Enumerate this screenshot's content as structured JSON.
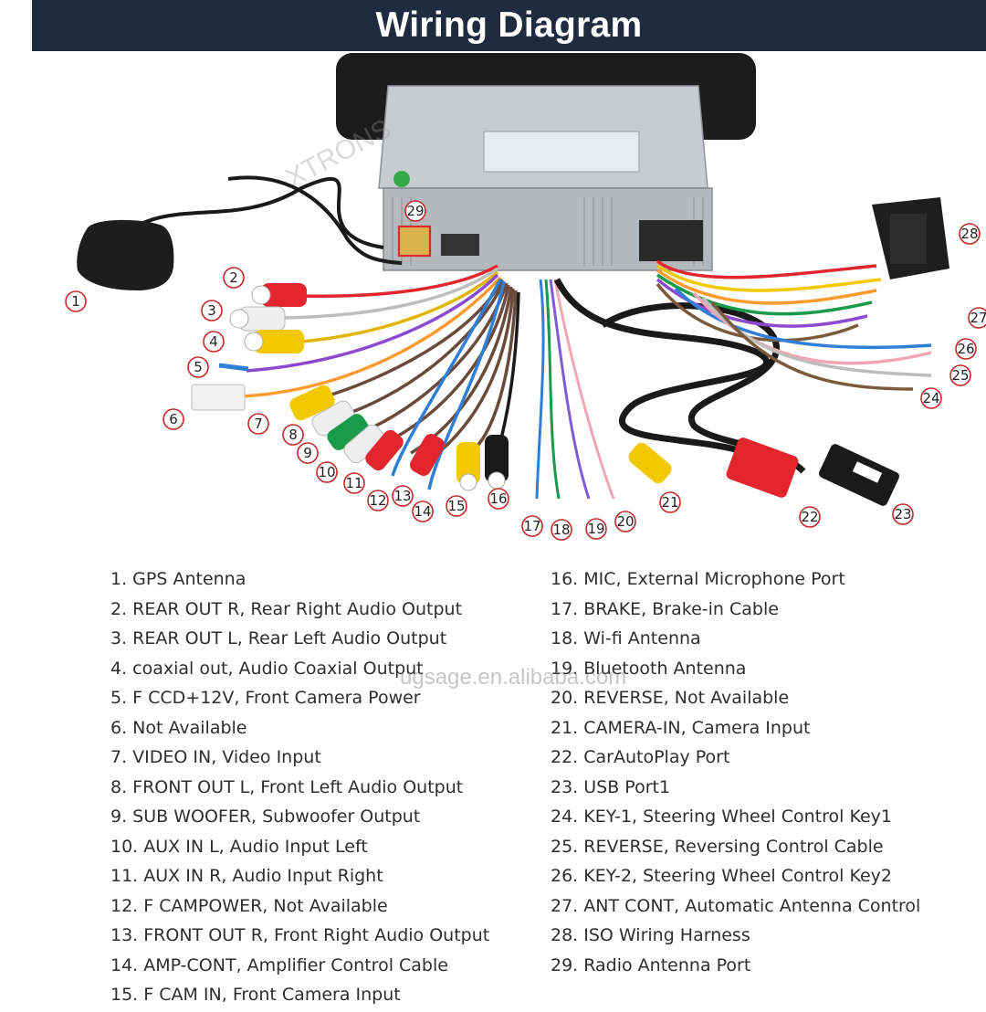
{
  "header": {
    "title": "Wiring Diagram"
  },
  "watermark": "ugsage.en.alibaba.com",
  "device": {
    "brand_watermark": "XTRONS"
  },
  "colors": {
    "header_bg": "#1f2c3f",
    "callout_ring": "#c62828",
    "rca_red": "#e3262e",
    "rca_white": "#eeeeee",
    "rca_yellow": "#f2c800",
    "rca_green": "#1a9a4a",
    "rca_black": "#1a1a1a",
    "wire_blue": "#2f7fd6"
  },
  "callouts": [
    "1",
    "2",
    "3",
    "4",
    "5",
    "6",
    "7",
    "8",
    "9",
    "10",
    "11",
    "12",
    "13",
    "14",
    "15",
    "16",
    "17",
    "18",
    "19",
    "20",
    "21",
    "22",
    "23",
    "24",
    "25",
    "26",
    "27",
    "28",
    "29"
  ],
  "legend": {
    "left": [
      "1. GPS Antenna",
      "2. REAR OUT R, Rear Right Audio Output",
      "3. REAR OUT L, Rear Left Audio Output",
      "4. coaxial out, Audio Coaxial Output",
      "5. F CCD+12V, Front Camera Power",
      "6. Not Available",
      "7. VIDEO IN, Video Input",
      "8. FRONT OUT L, Front Left Audio Output",
      "9. SUB WOOFER, Subwoofer Output",
      "10. AUX IN L, Audio Input Left",
      "11. AUX IN R, Audio Input Right",
      "12. F CAMPOWER, Not Available",
      "13. FRONT OUT R, Front Right Audio Output",
      "14. AMP-CONT, Amplifier Control Cable",
      "15. F CAM IN, Front Camera Input"
    ],
    "right": [
      "16. MIC, External Microphone Port",
      "17. BRAKE, Brake-in Cable",
      "18. Wi-fi Antenna",
      "19. Bluetooth Antenna",
      "20. REVERSE, Not Available",
      "21. CAMERA-IN, Camera Input",
      "22. CarAutoPlay Port",
      "23. USB Port1",
      "24. KEY-1, Steering Wheel Control Key1",
      "25. REVERSE, Reversing Control Cable",
      "26. KEY-2, Steering Wheel Control Key2",
      "27. ANT CONT, Automatic Antenna Control",
      "28. ISO Wiring Harness",
      "29. Radio Antenna Port"
    ]
  }
}
